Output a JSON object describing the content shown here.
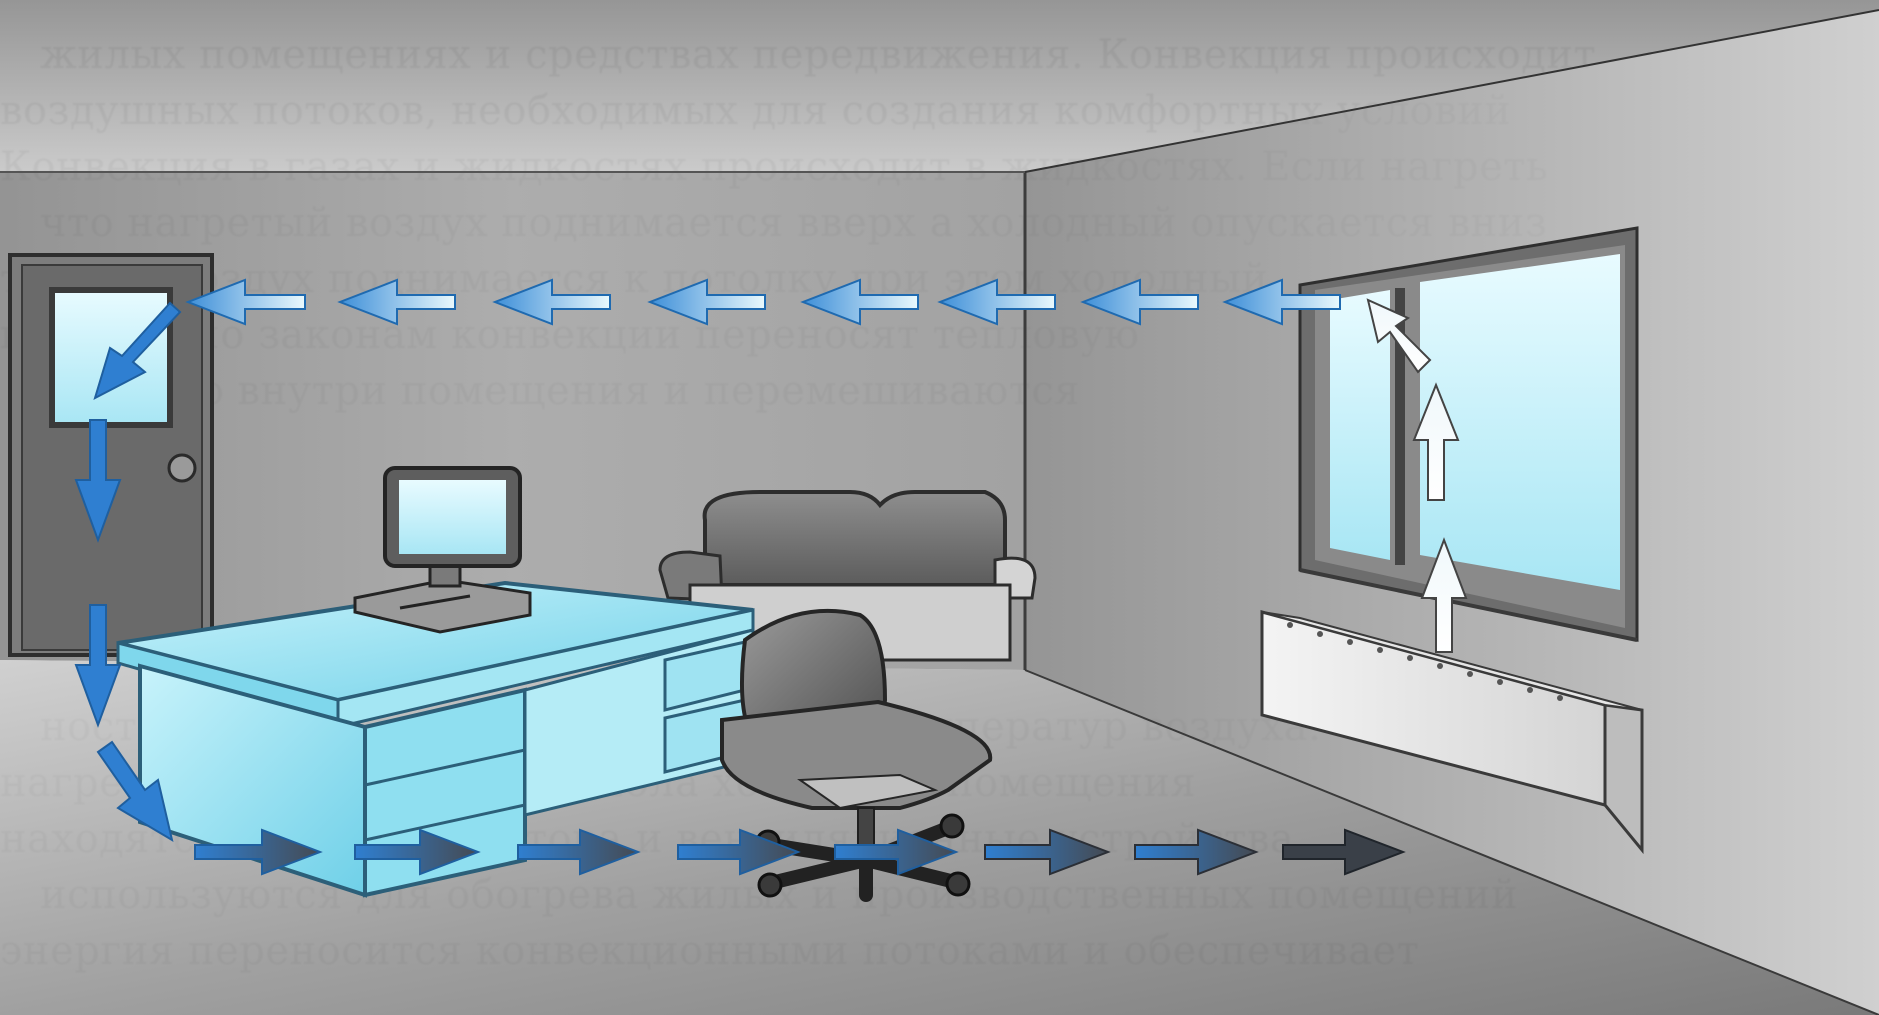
{
  "figure": {
    "bleed_through_lines": [
      "жилых помещениях и средствах передвижения. Конвекция происходит",
      "воздушных потоков, необходимых для создания комфортных условий",
      "Конвекция в газах и жидкостях происходит в жидкостях. Если нагреть",
      "что нагретый воздух поднимается вверх а холодный опускается вниз",
      "теплый воздух поднимается к потолку при этом холодный",
      "которые по законам конвекции переносят тепловую",
      "энергию внутри помещения и перемешиваются",
      "",
      "",
      "",
      "",
      "",
      "ность конвекции зависит от перепада температур воздуха.",
      "нагретые потоки воздуха у пола холодного помещения",
      "находятся вблизи радиатора и вентиляционные устройства",
      "используются для обогрева жилых и производственных помещений",
      "энергия переносится конвекционными потоками и обеспечивает"
    ],
    "colors": {
      "flow_warm": "#2f7fd1",
      "flow_cool": "#3a4048",
      "glass": "#bfeef8",
      "desk": "#9fe7f5",
      "wall": "#b4b4b4"
    },
    "icons": [
      "door",
      "door-window",
      "door-knob",
      "window",
      "monitor",
      "desk",
      "sofa",
      "office-chair",
      "radiator",
      "flow-arrow"
    ]
  }
}
